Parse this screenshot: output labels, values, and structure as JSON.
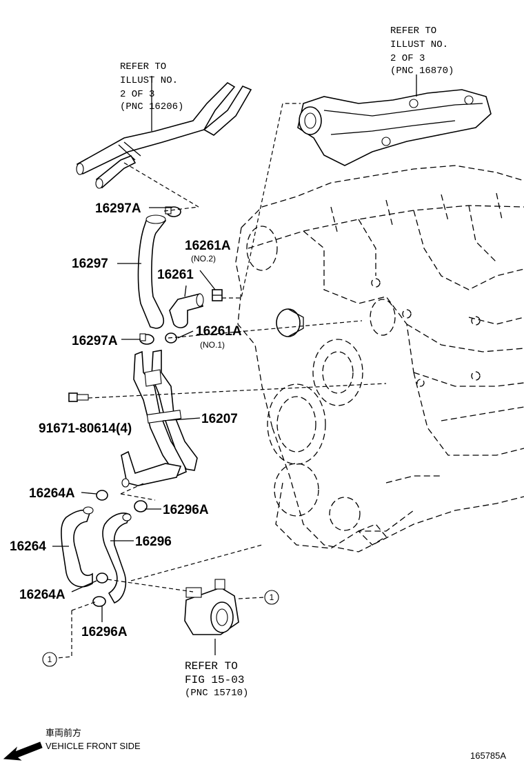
{
  "labels": {
    "p16297A_top": "16297A",
    "p16297": "16297",
    "p16261A_no2": "16261A",
    "p16261A_no2_note": "(NO.2)",
    "p16261": "16261",
    "p16297A_bot": "16297A",
    "p16261A_no1": "16261A",
    "p16261A_no1_note": "(NO.1)",
    "p91671": "91671-80614(4)",
    "p16207": "16207",
    "p16264A_top": "16264A",
    "p16296A_top": "16296A",
    "p16264": "16264",
    "p16296": "16296",
    "p16264A_bot": "16264A",
    "p16296A_bot": "16296A",
    "circle_ref_left": "1",
    "circle_ref_right": "1"
  },
  "refs": {
    "top_left": [
      "REFER TO",
      "ILLUST NO.",
      "2 OF 3",
      "(PNC 16206)"
    ],
    "top_right": [
      "REFER TO",
      "ILLUST NO.",
      "2 OF 3",
      "(PNC 16870)"
    ],
    "bottom": [
      "REFER TO",
      "FIG 15-03",
      "(PNC 15710)"
    ]
  },
  "footer": {
    "japanese": "車両前方",
    "direction": "VEHICLE FRONT SIDE",
    "code": "165785A"
  }
}
